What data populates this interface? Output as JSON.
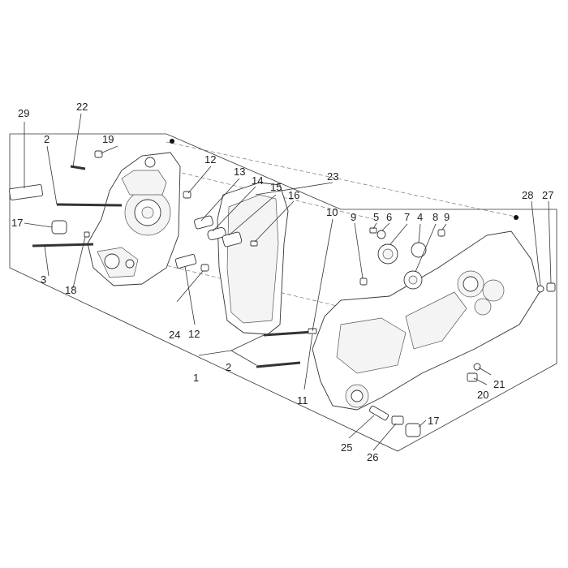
{
  "callouts": {
    "c1": "1",
    "c2a": "2",
    "c2b": "2",
    "c3": "3",
    "c4": "4",
    "c5": "5",
    "c6": "6",
    "c7": "7",
    "c8": "8",
    "c9a": "9",
    "c9b": "9",
    "c10": "10",
    "c11": "11",
    "c12a": "12",
    "c12b": "12",
    "c13": "13",
    "c14": "14",
    "c15": "15",
    "c16": "16",
    "c17a": "17",
    "c17b": "17",
    "c18": "18",
    "c19": "19",
    "c20": "20",
    "c21": "21",
    "c22": "22",
    "c23": "23",
    "c24": "24",
    "c25": "25",
    "c26": "26",
    "c27": "27",
    "c28": "28",
    "c29": "29"
  }
}
